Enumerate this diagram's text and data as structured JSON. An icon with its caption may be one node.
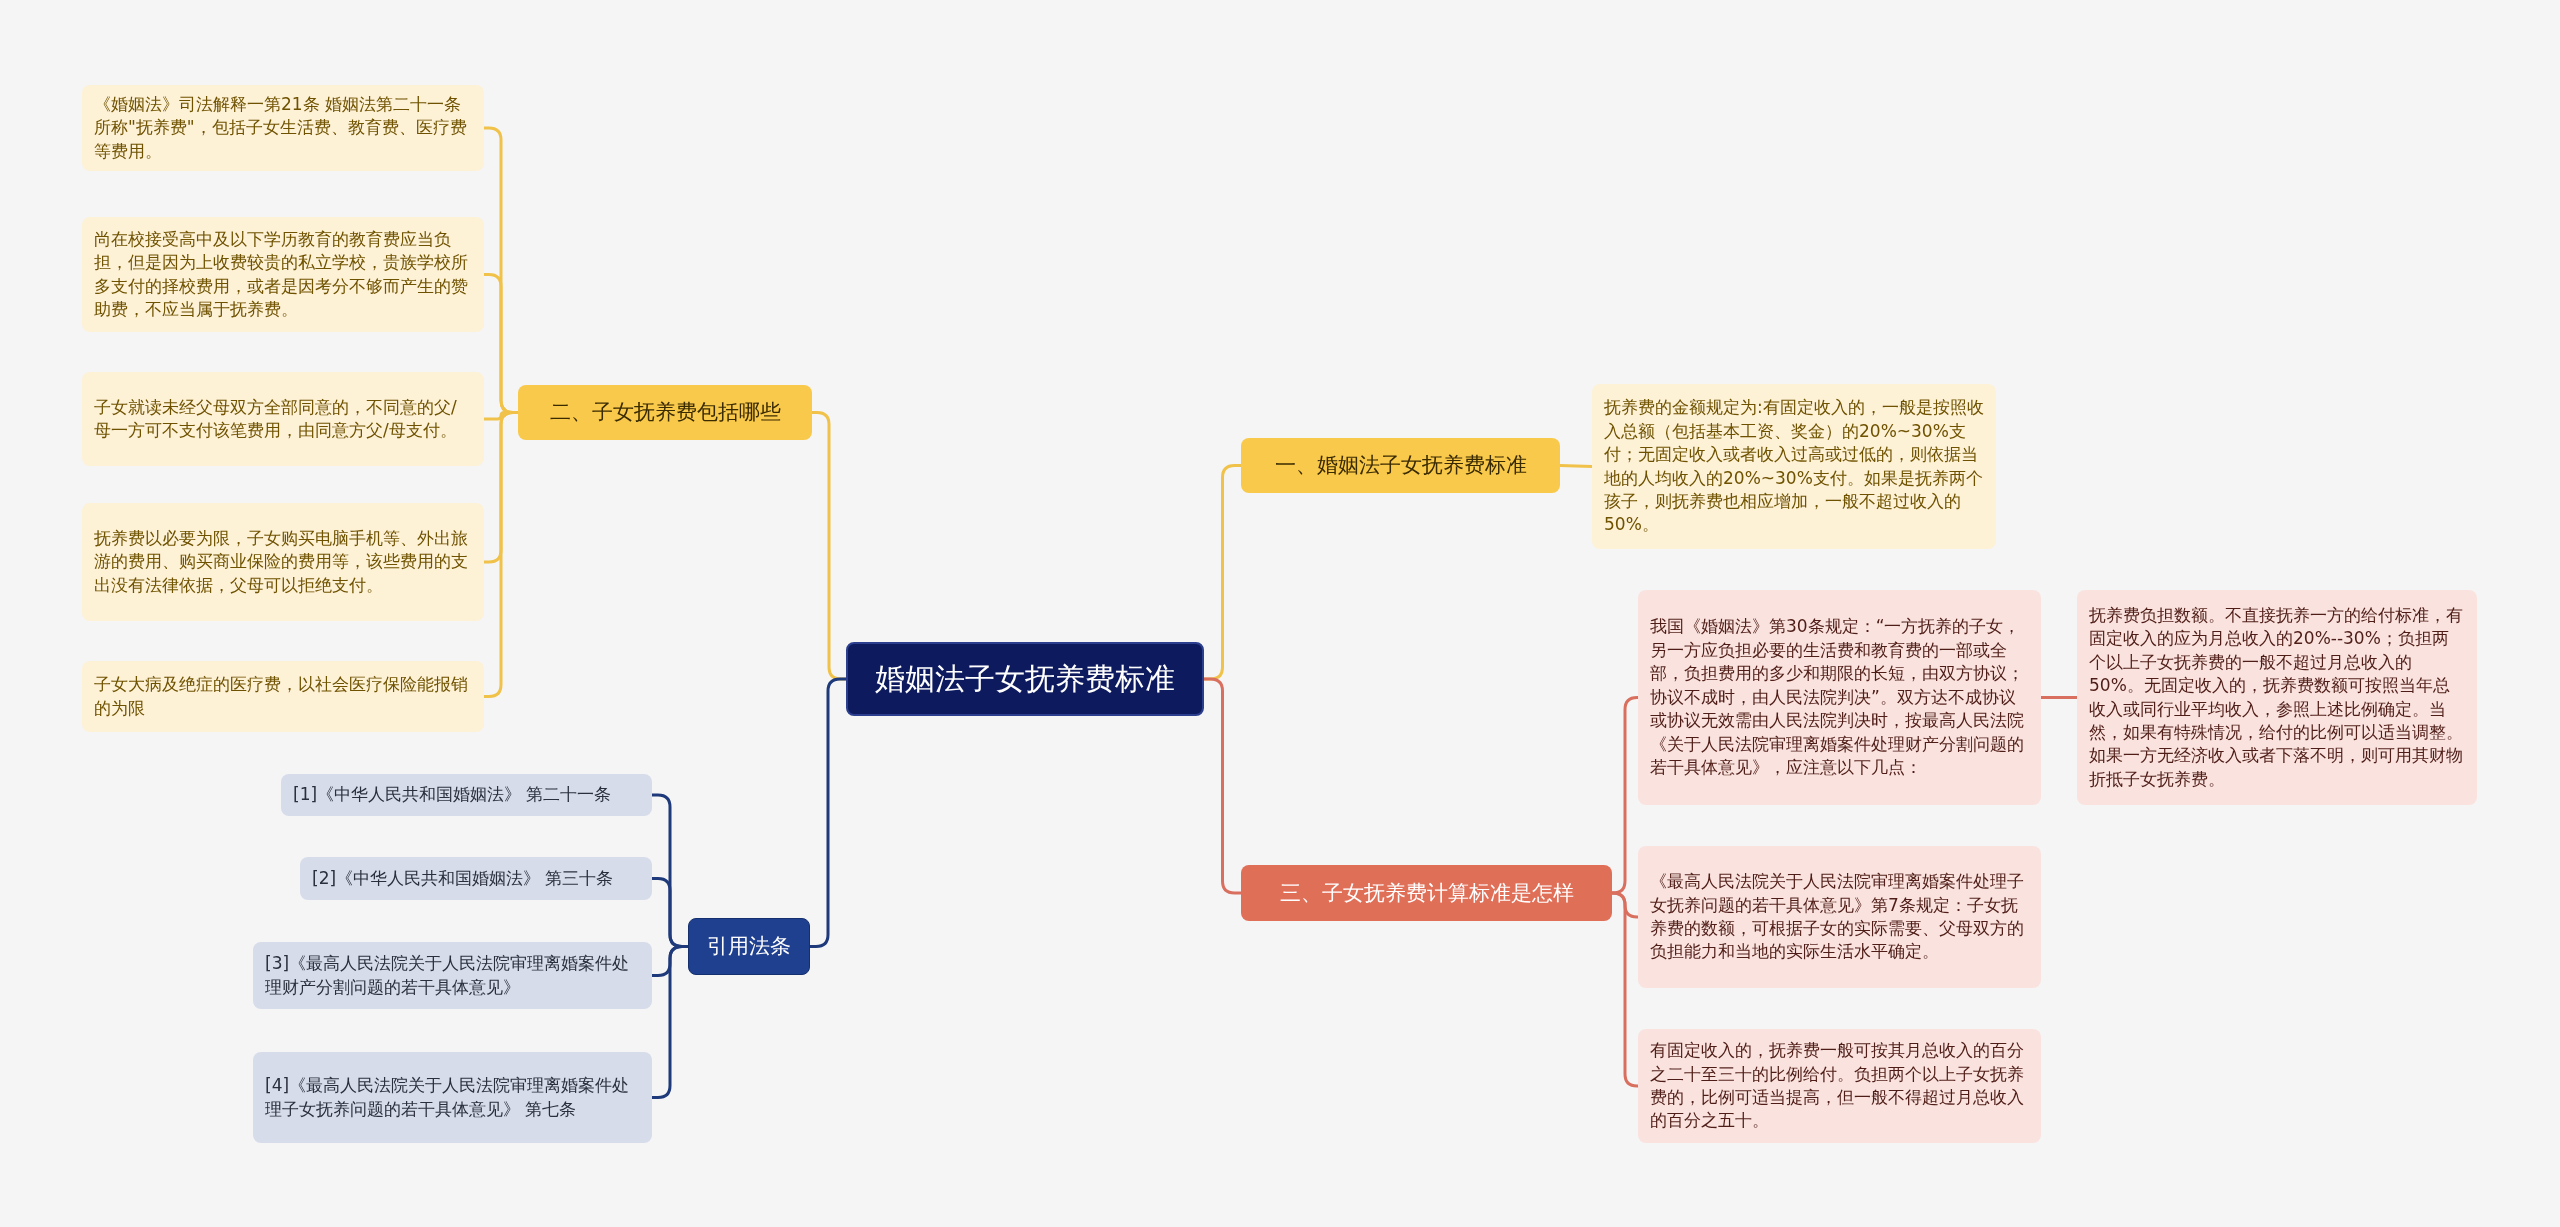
{
  "diagram": {
    "nodes": [
      {
        "text": [
          "婚姻法子女抚养费标准"
        ]
      },
      {
        "text": [
          "二、子女抚养费包括哪些"
        ]
      },
      {
        "text": [
          "《婚姻法》司法解释一第21条 婚姻法第二十一条所称\"抚养费\"，包括子女生活费、教育费、医疗费等费用。"
        ]
      },
      {
        "text": [
          "尚在校接受高中及以下学历教育的教育费应当负担，但是因为上收费较贵的私立学校，贵族学校所多支付的择校费用，或者是因考分不够而产生的赞助费，不应当属于抚养费。"
        ]
      },
      {
        "text": [
          "子女就读未经父母双方全部同意的，不同意的父/母一方可不支付该笔费用，由同意方父/母支付。"
        ]
      },
      {
        "text": [
          "抚养费以必要为限，子女购买电脑手机等、外出旅游的费用、购买商业保险的费用等，该些费用的支出没有法律依据，父母可以拒绝支付。"
        ]
      },
      {
        "text": [
          "子女大病及绝症的医疗费，以社会医疗保险能报销的为限"
        ]
      },
      {
        "text": [
          "一、婚姻法子女抚养费标准"
        ]
      },
      {
        "text": [
          "抚养费的金额规定为:有固定收入的，一般是按照收入总额（包括基本工资、奖金）的20%~30%支付；无固定收入或者收入过高或过低的，则依据当地的人均收入的20%~30%支付。如果是抚养两个孩子，则抚养费也相应增加，一般不超过收入的50%。"
        ]
      },
      {
        "text": [
          "三、子女抚养费计算标准是怎样"
        ]
      },
      {
        "text": [
          "我国《婚姻法》第30条规定：“一方抚养的子女，另一方应负担必要的生活费和教育费的一部或全部，负担费用的多少和期限的长短，由双方协议；协议不成时，由人民法院判决”。双方达不成协议或协议无效需由人民法院判决时，按最高人民法院《关于人民法院审理离婚案件处理财产分割问题的若干具体意见》，应注意以下几点："
        ]
      },
      {
        "text": [
          "抚养费负担数额。不直接抚养一方的给付标准，有固定收入的应为月总收入的20%--30%；负担两个以上子女抚养费的一般不超过月总收入的50%。无固定收入的，抚养费数额可按照当年总收入或同行业平均收入，参照上述比例确定。当然，如果有特殊情况，给付的比例可以适当调整。如果一方无经济收入或者下落不明，则可用其财物折抵子女抚养费。"
        ]
      },
      {
        "text": [
          "《最高人民法院关于人民法院审理离婚案件处理子女抚养问题的若干具体意见》第7条规定：子女抚养费的数额，可根据子女的实际需要、父母双方的负担能力和当地的实际生活水平确定。"
        ]
      },
      {
        "text": [
          "有固定收入的，抚养费一般可按其月总收入的百分之二十至三十的比例给付。负担两个以上子女抚养费的，比例可适当提高，但一般不得超过月总收入的百分之五十。"
        ]
      },
      {
        "text": [
          "引用法条"
        ]
      },
      {
        "text": [
          "[1]《中华人民共和国婚姻法》 第二十一条"
        ]
      },
      {
        "text": [
          "[2]《中华人民共和国婚姻法》 第三十条"
        ]
      },
      {
        "text": [
          "[3]《最高人民法院关于人民法院审理离婚案件处理财产分割问题的若干具体意见》"
        ]
      },
      {
        "text": [
          "[4]《最高人民法院关于人民法院审理离婚案件处理子女抚养问题的若干具体意见》 第七条"
        ]
      }
    ],
    "edges": [
      {
        "from": 0,
        "to": 1,
        "arrow": "none"
      },
      {
        "from": 1,
        "to": 2,
        "arrow": "none"
      },
      {
        "from": 1,
        "to": 3,
        "arrow": "none"
      },
      {
        "from": 1,
        "to": 4,
        "arrow": "none"
      },
      {
        "from": 1,
        "to": 5,
        "arrow": "none"
      },
      {
        "from": 1,
        "to": 6,
        "arrow": "none"
      },
      {
        "from": 0,
        "to": 7,
        "arrow": "none"
      },
      {
        "from": 7,
        "to": 8,
        "arrow": "none"
      },
      {
        "from": 0,
        "to": 9,
        "arrow": "none",
        "color": "#d9705f"
      },
      {
        "from": 9,
        "to": 10,
        "arrow": "none",
        "color": "#d9705f"
      },
      {
        "from": 10,
        "to": 11,
        "arrow": "none",
        "color": "#d9705f"
      },
      {
        "from": 9,
        "to": 12,
        "arrow": "none",
        "color": "#d9705f"
      },
      {
        "from": 9,
        "to": 13,
        "arrow": "none",
        "color": "#d9705f"
      },
      {
        "from": 0,
        "to": 14,
        "arrow": "none",
        "color": "#1f3a7a"
      },
      {
        "from": 14,
        "to": 15,
        "arrow": "none",
        "color": "#1f3a7a"
      },
      {
        "from": 14,
        "to": 16,
        "arrow": "none",
        "color": "#1f3a7a"
      },
      {
        "from": 14,
        "to": 17,
        "arrow": "none",
        "color": "#1f3a7a"
      },
      {
        "from": 14,
        "to": 18,
        "arrow": "none",
        "color": "#1f3a7a"
      }
    ]
  }
}
